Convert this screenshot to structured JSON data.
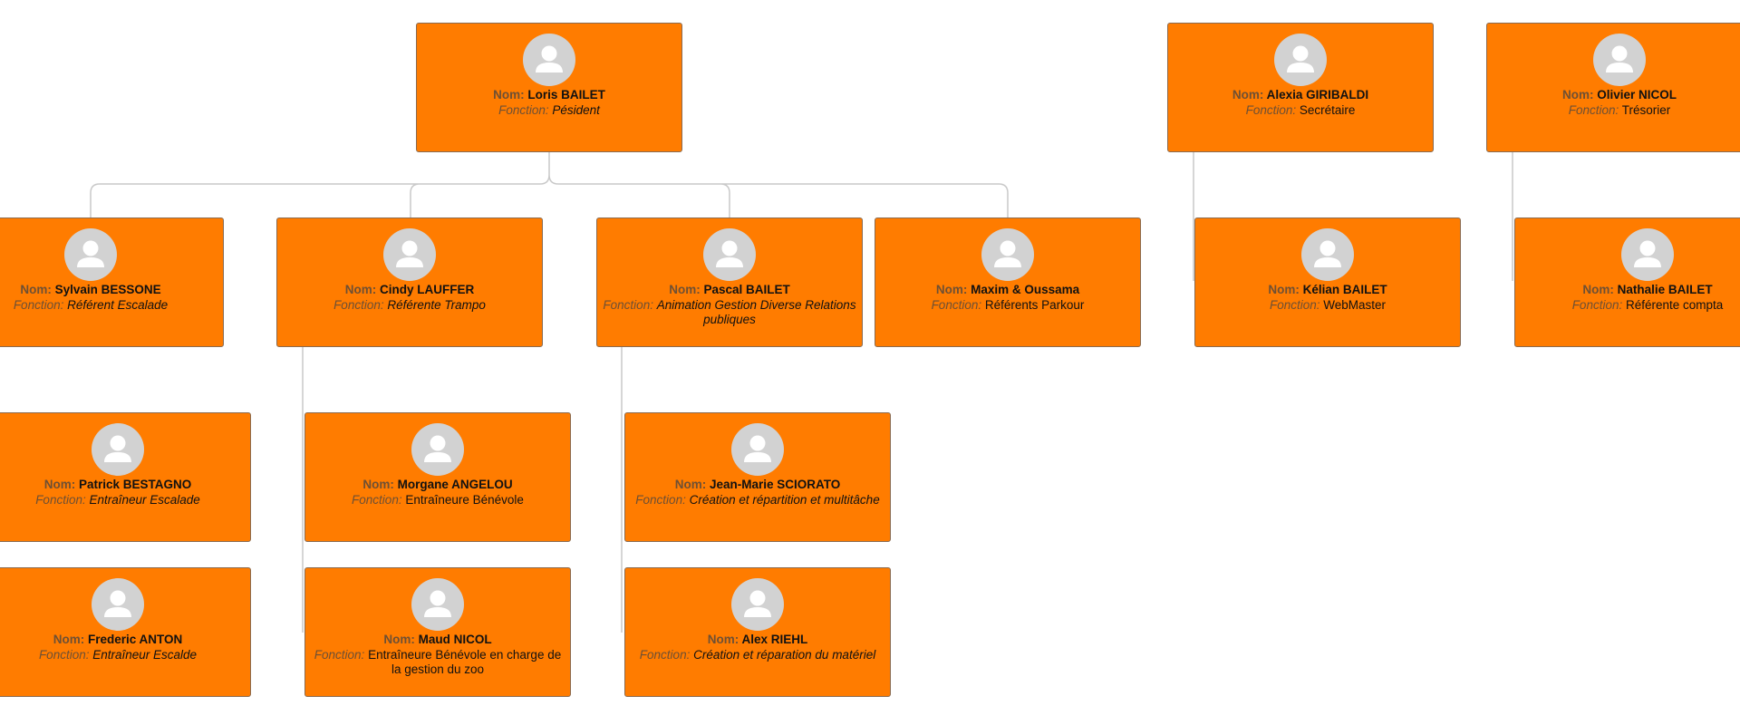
{
  "labels": {
    "name": "Nom:",
    "role": "Fonction:"
  },
  "colors": {
    "box": "#ff7c00",
    "border": "#8a6a4f",
    "avatar": "#d2d2d2",
    "connector": "#c9c9c9"
  },
  "icons": {
    "avatar": "user-avatar-icon"
  },
  "nodes": [
    {
      "id": "loris",
      "name": "Loris BAILET",
      "role": "Pésident",
      "italic": true
    },
    {
      "id": "sylvain",
      "name": "Sylvain BESSONE",
      "role": "Référent Escalade",
      "italic": true
    },
    {
      "id": "cindy",
      "name": "Cindy LAUFFER",
      "role": "Référente Trampo",
      "italic": true
    },
    {
      "id": "pascal",
      "name": "Pascal BAILET",
      "role": "Animation  Gestion Diverse Relations publiques",
      "italic": true
    },
    {
      "id": "maxim",
      "name": "Maxim & Oussama",
      "role": "Référents Parkour",
      "italic": false
    },
    {
      "id": "patrick",
      "name": "Patrick BESTAGNO",
      "role": "Entraîneur Escalade",
      "italic": true
    },
    {
      "id": "frederic",
      "name": "Frederic ANTON",
      "role": "Entraîneur Escalde",
      "italic": true
    },
    {
      "id": "morgane",
      "name": "Morgane ANGELOU",
      "role": "Entraîneure Bénévole",
      "italic": false
    },
    {
      "id": "maud",
      "name": "Maud NICOL",
      "role": "Entraîneure Bénévole en charge de la gestion du zoo",
      "italic": false
    },
    {
      "id": "jeanmarie",
      "name": "Jean-Marie SCIORATO",
      "role": "Création et répartition et multitâche",
      "italic": true
    },
    {
      "id": "alex",
      "name": "Alex RIEHL",
      "role": "Création et  réparation du matériel",
      "italic": true
    },
    {
      "id": "alexia",
      "name": "Alexia GIRIBALDI",
      "role": "Secrétaire",
      "italic": false
    },
    {
      "id": "kelian",
      "name": "Kélian BAILET",
      "role": "WebMaster",
      "italic": false
    },
    {
      "id": "olivier",
      "name": "Olivier NICOL",
      "role": "Trésorier",
      "italic": false
    },
    {
      "id": "nathalie",
      "name": "Nathalie BAILET",
      "role": "Référente compta",
      "italic": false
    }
  ]
}
